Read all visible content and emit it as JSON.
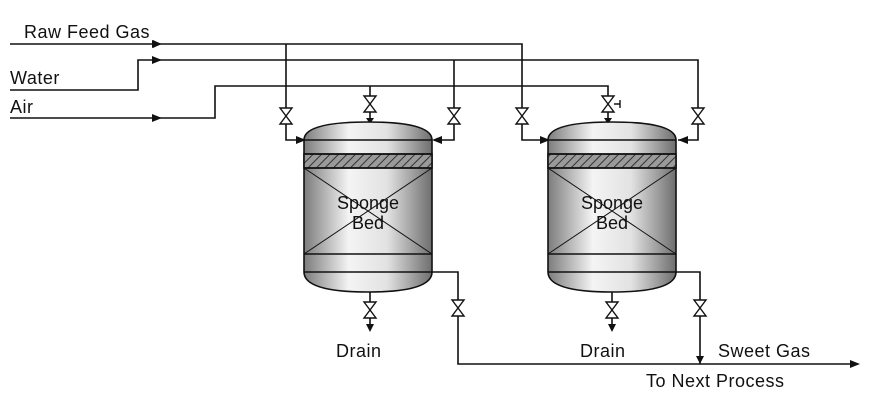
{
  "labels": {
    "raw_feed_gas": "Raw Feed Gas",
    "water": "Water",
    "air": "Air",
    "sweet_gas": "Sweet Gas",
    "to_next_process": "To Next Process"
  },
  "vessels": [
    {
      "bed_line1": "Sponge",
      "bed_line2": "Bed",
      "drain": "Drain"
    },
    {
      "bed_line1": "Sponge",
      "bed_line2": "Bed",
      "drain": "Drain"
    }
  ],
  "colors": {
    "line": "#111111",
    "vessel_light": "#f2f2f2",
    "vessel_dark": "#8a8a8a",
    "hatch": "#555555"
  }
}
